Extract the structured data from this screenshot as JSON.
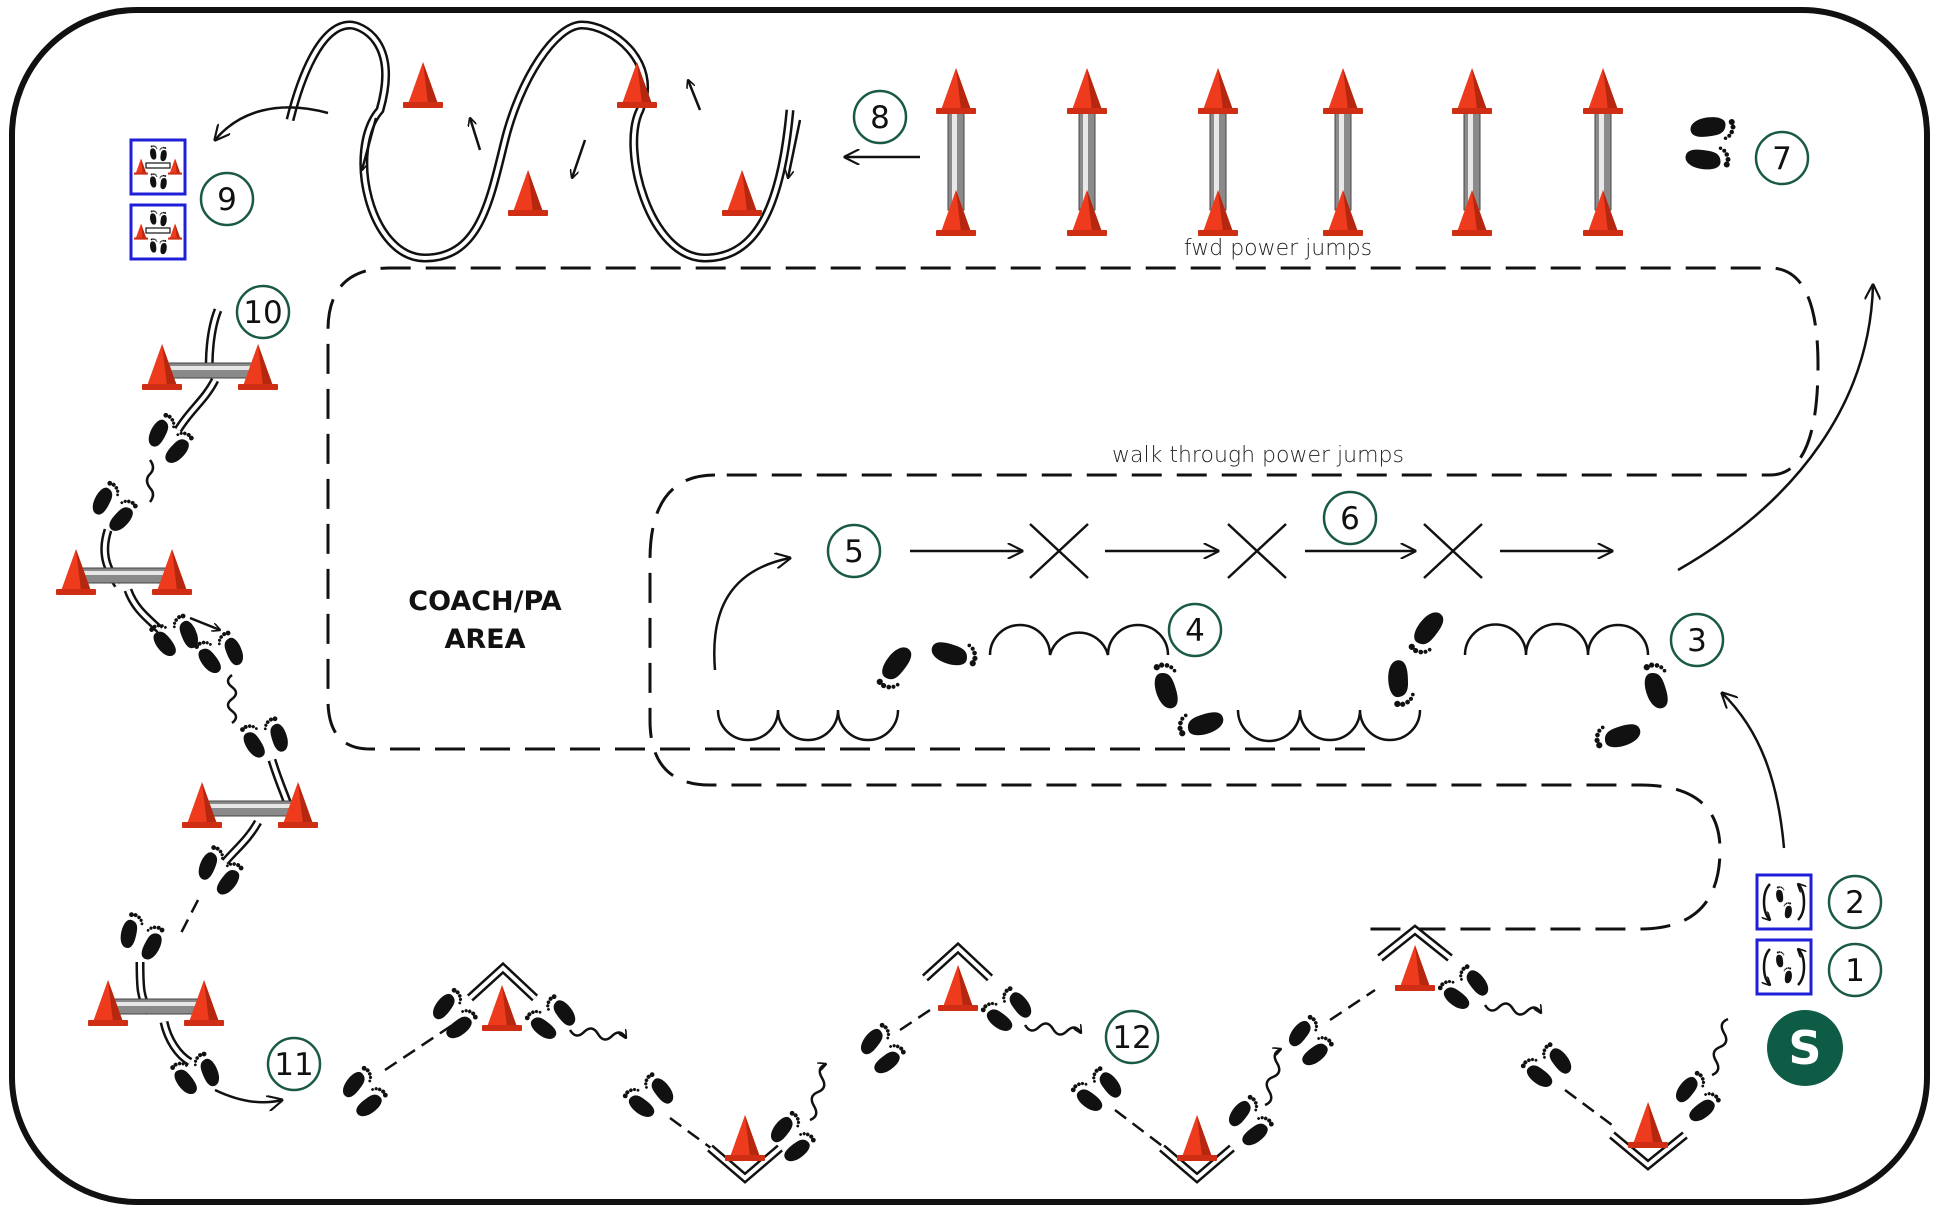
{
  "area": {
    "line1": "COACH/PA",
    "line2": "AREA"
  },
  "captions": {
    "fwd": "fwd power jumps",
    "walk": "walk through power jumps"
  },
  "start": {
    "label": "S"
  },
  "stations": [
    {
      "label": "1"
    },
    {
      "label": "2"
    },
    {
      "label": "3"
    },
    {
      "label": "4"
    },
    {
      "label": "5"
    },
    {
      "label": "6"
    },
    {
      "label": "7"
    },
    {
      "label": "8"
    },
    {
      "label": "9"
    },
    {
      "label": "10"
    },
    {
      "label": "11"
    },
    {
      "label": "12"
    }
  ],
  "colors": {
    "cone": "#ee3b1d",
    "cone_shadow": "#b5270f",
    "station_ring": "#1a5a45",
    "start_fill": "#0f5c46",
    "ladder_box": "#1f1fd8",
    "border": "#111111"
  }
}
